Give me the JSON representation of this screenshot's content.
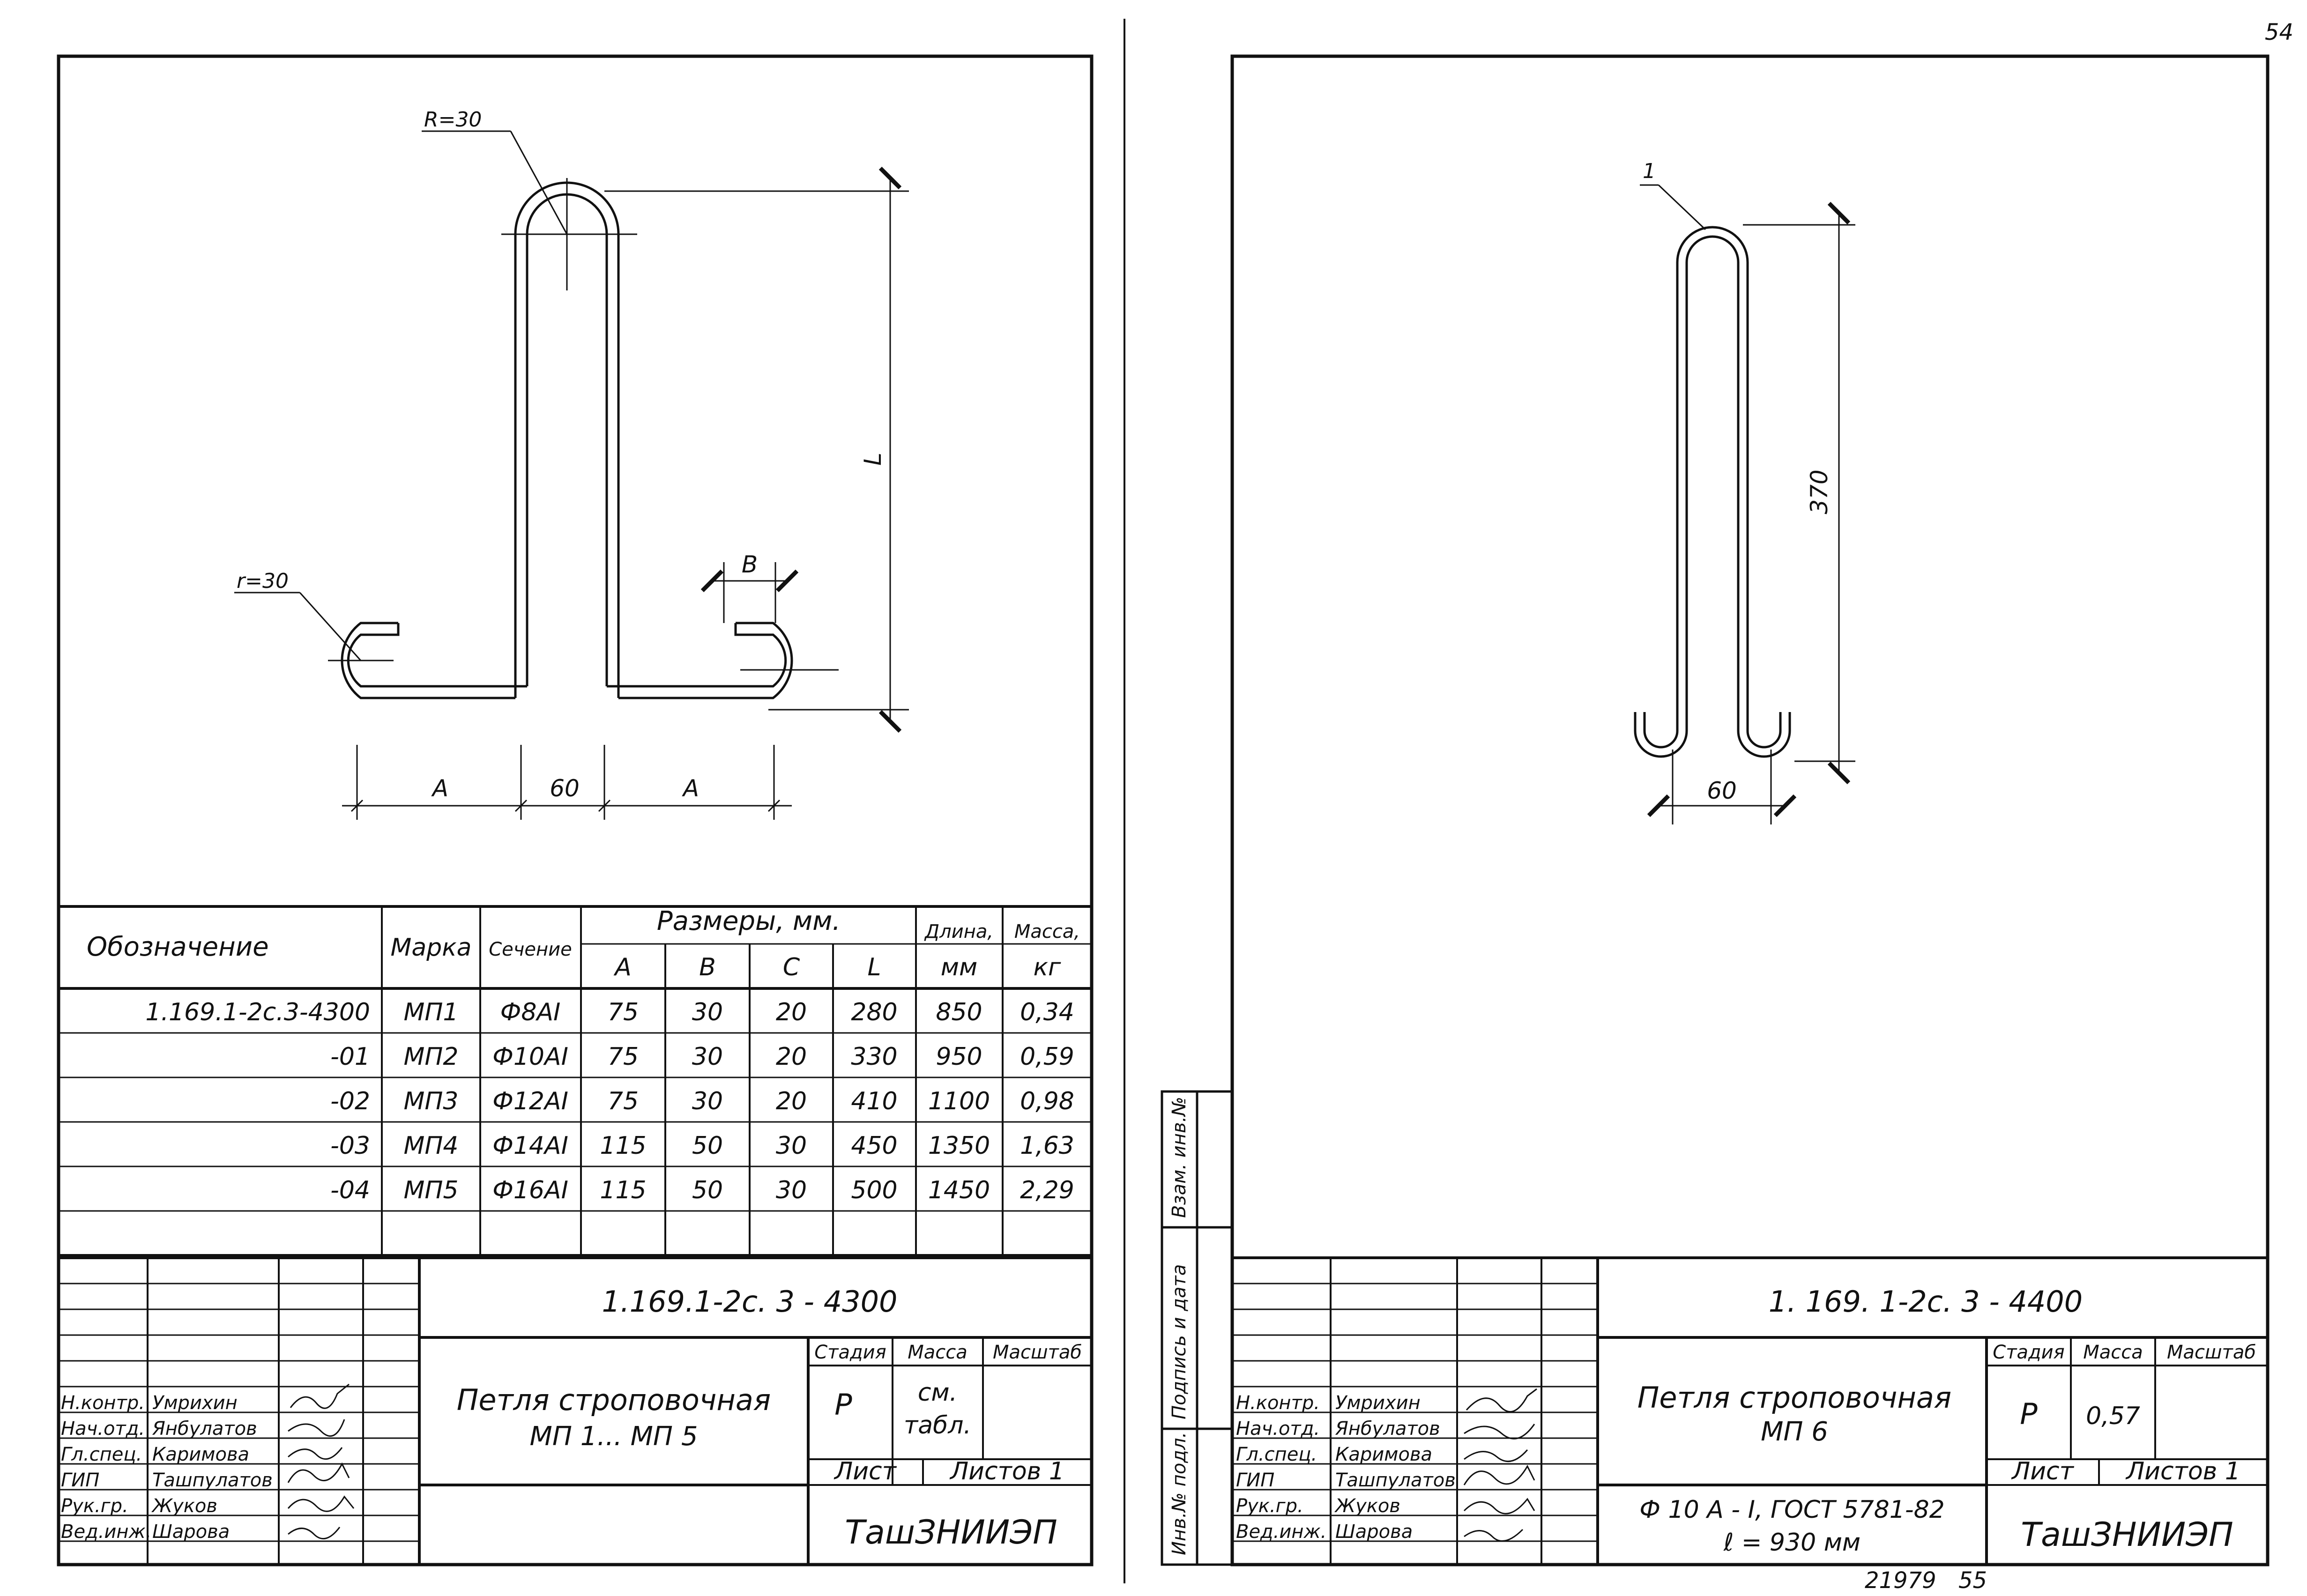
{
  "page_number": "54",
  "footer": {
    "inventory": "21979",
    "page": "55"
  },
  "left_sheet": {
    "drawing": {
      "radius_top": "R=30",
      "radius_hook": "r=30",
      "dim_A_left": "A",
      "dim_60": "60",
      "dim_A_right": "A",
      "dim_B": "B",
      "dim_L": "L"
    },
    "spec_table": {
      "header": {
        "designation": "Обозначение",
        "mark": "Марка",
        "section": "Сечение",
        "sizes": "Размеры, мм.",
        "A": "A",
        "B": "B",
        "C": "C",
        "L": "L",
        "length": "Длина,",
        "length_unit": "мм",
        "mass": "Масса,",
        "mass_unit": "кг"
      },
      "rows": [
        {
          "designation": "1.169.1-2c.3-4300",
          "mark": "МП1",
          "section": "Ф8АI",
          "A": "75",
          "B": "30",
          "C": "20",
          "L": "280",
          "length": "850",
          "mass": "0,34"
        },
        {
          "designation": "-01",
          "mark": "МП2",
          "section": "Ф10АI",
          "A": "75",
          "B": "30",
          "C": "20",
          "L": "330",
          "length": "950",
          "mass": "0,59"
        },
        {
          "designation": "-02",
          "mark": "МП3",
          "section": "Ф12АI",
          "A": "75",
          "B": "30",
          "C": "20",
          "L": "410",
          "length": "1100",
          "mass": "0,98"
        },
        {
          "designation": "-03",
          "mark": "МП4",
          "section": "Ф14АI",
          "A": "115",
          "B": "50",
          "C": "30",
          "L": "450",
          "length": "1350",
          "mass": "1,63"
        },
        {
          "designation": "-04",
          "mark": "МП5",
          "section": "Ф16АI",
          "A": "115",
          "B": "50",
          "C": "30",
          "L": "500",
          "length": "1450",
          "mass": "2,29"
        }
      ]
    },
    "title_block": {
      "doc_code": "1.169.1-2c. 3 - 4300",
      "title_line1": "Петля строповочная",
      "title_line2": "МП 1... МП 5",
      "stage_label": "Стадия",
      "mass_label": "Масса",
      "scale_label": "Масштаб",
      "stage_value": "Р",
      "mass_value_line1": "см.",
      "mass_value_line2": "табл.",
      "sheet_label": "Лист",
      "sheets_label": "Листов 1",
      "organization": "ТашЗНИИЭП",
      "roles": [
        {
          "role": "Н.контр.",
          "name": "Умрихин"
        },
        {
          "role": "Нач.отд.",
          "name": "Янбулатов"
        },
        {
          "role": "Гл.спец.",
          "name": "Каримова"
        },
        {
          "role": "ГИП",
          "name": "Ташпулатов"
        },
        {
          "role": "Рук.гр.",
          "name": "Жуков"
        },
        {
          "role": "Вед.инж.",
          "name": "Шарова"
        }
      ]
    }
  },
  "right_sheet": {
    "drawing": {
      "position": "1",
      "dim_height": "370",
      "dim_width": "60"
    },
    "side_labels": {
      "inv_orig": "Инв.№ подл.",
      "signature_date": "Подпись и дата",
      "replace_inv": "Взам. инв.№"
    },
    "title_block": {
      "doc_code": "1. 169. 1-2c. 3 - 4400",
      "title_line1": "Петля строповочная",
      "title_line2": "МП 6",
      "material_line1": "Ф 10 А - I, ГОСТ 5781-82",
      "material_line2": "ℓ = 930 мм",
      "stage_label": "Стадия",
      "mass_label": "Масса",
      "scale_label": "Масштаб",
      "stage_value": "Р",
      "mass_value": "0,57",
      "sheet_label": "Лист",
      "sheets_label": "Листов 1",
      "organization": "ТашЗНИИЭП",
      "roles": [
        {
          "role": "Н.контр.",
          "name": "Умрихин"
        },
        {
          "role": "Нач.отд.",
          "name": "Янбулатов"
        },
        {
          "role": "Гл.спец.",
          "name": "Каримова"
        },
        {
          "role": "ГИП",
          "name": "Ташпулатов"
        },
        {
          "role": "Рук.гр.",
          "name": "Жуков"
        },
        {
          "role": "Вед.инж.",
          "name": "Шарова"
        }
      ]
    }
  }
}
